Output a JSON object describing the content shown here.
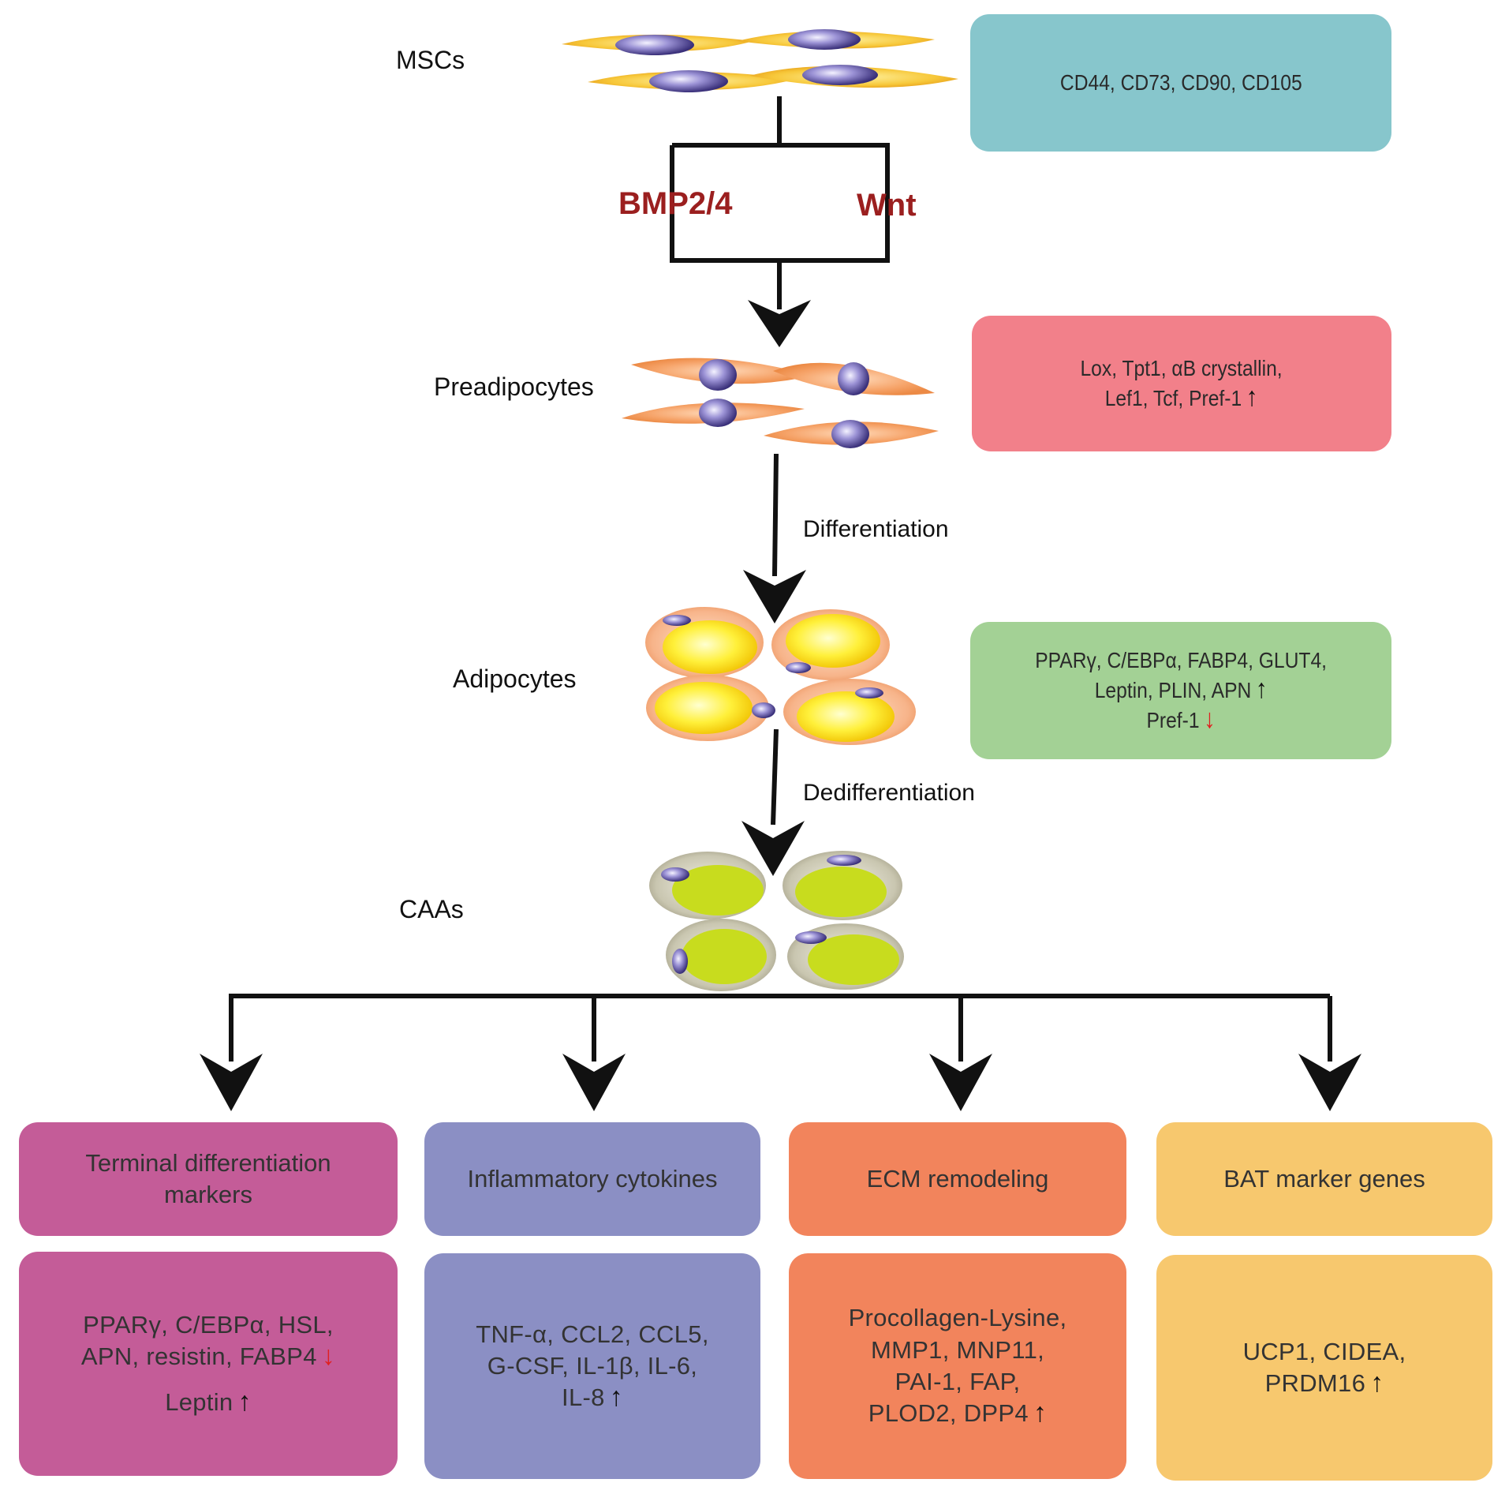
{
  "stages": {
    "mscs": "MSCs",
    "preadipocytes": "Preadipocytes",
    "adipocytes": "Adipocytes",
    "caas": "CAAs"
  },
  "signals": {
    "left": "BMP2/4",
    "right": "Wnt"
  },
  "processes": {
    "differentiation": "Differentiation",
    "dedifferentiation": "Dedifferentiation"
  },
  "markers": {
    "mscs": {
      "line1": "CD44, CD73, CD90, CD105"
    },
    "preadipocytes": {
      "line1": "Lox, Tpt1, αB crystallin,",
      "line2": "Lef1, Tcf, Pref-1"
    },
    "adipocytes": {
      "line1": "PPARγ, C/EBPα, FABP4, GLUT4,",
      "line2": "Leptin, PLIN, APN",
      "line3": "Pref-1"
    }
  },
  "categories": {
    "terminal": {
      "title_line1": "Terminal differentiation",
      "title_line2": "markers",
      "detail_line1": "PPARγ, C/EBPα, HSL,",
      "detail_line2": "APN, resistin, FABP4",
      "detail_line3": "Leptin"
    },
    "inflammatory": {
      "title": "Inflammatory cytokines",
      "detail_line1": "TNF-α, CCL2, CCL5,",
      "detail_line2": "G-CSF, IL-1β, IL-6,",
      "detail_line3": "IL-8"
    },
    "ecm": {
      "title": "ECM remodeling",
      "detail_line1": "Procollagen-Lysine,",
      "detail_line2": "MMP1, MNP11,",
      "detail_line3": "PAI-1, FAP,",
      "detail_line4": "PLOD2, DPP4"
    },
    "bat": {
      "title": "BAT marker genes",
      "detail_line1": "UCP1, CIDEA,",
      "detail_line2": "PRDM16"
    }
  },
  "arrows": {
    "up": "↑",
    "down": "↓"
  },
  "colors": {
    "mscs_box": "#87c6cc",
    "preadipocytes_box": "#f2808a",
    "adipocytes_box": "#a3d195",
    "terminal_box": "#c45c98",
    "inflammatory_box": "#8b8fc4",
    "ecm_box": "#f2845c",
    "bat_box": "#f7c86e",
    "signal_text": "#9b1f1f",
    "down_arrow": "#e02020"
  }
}
